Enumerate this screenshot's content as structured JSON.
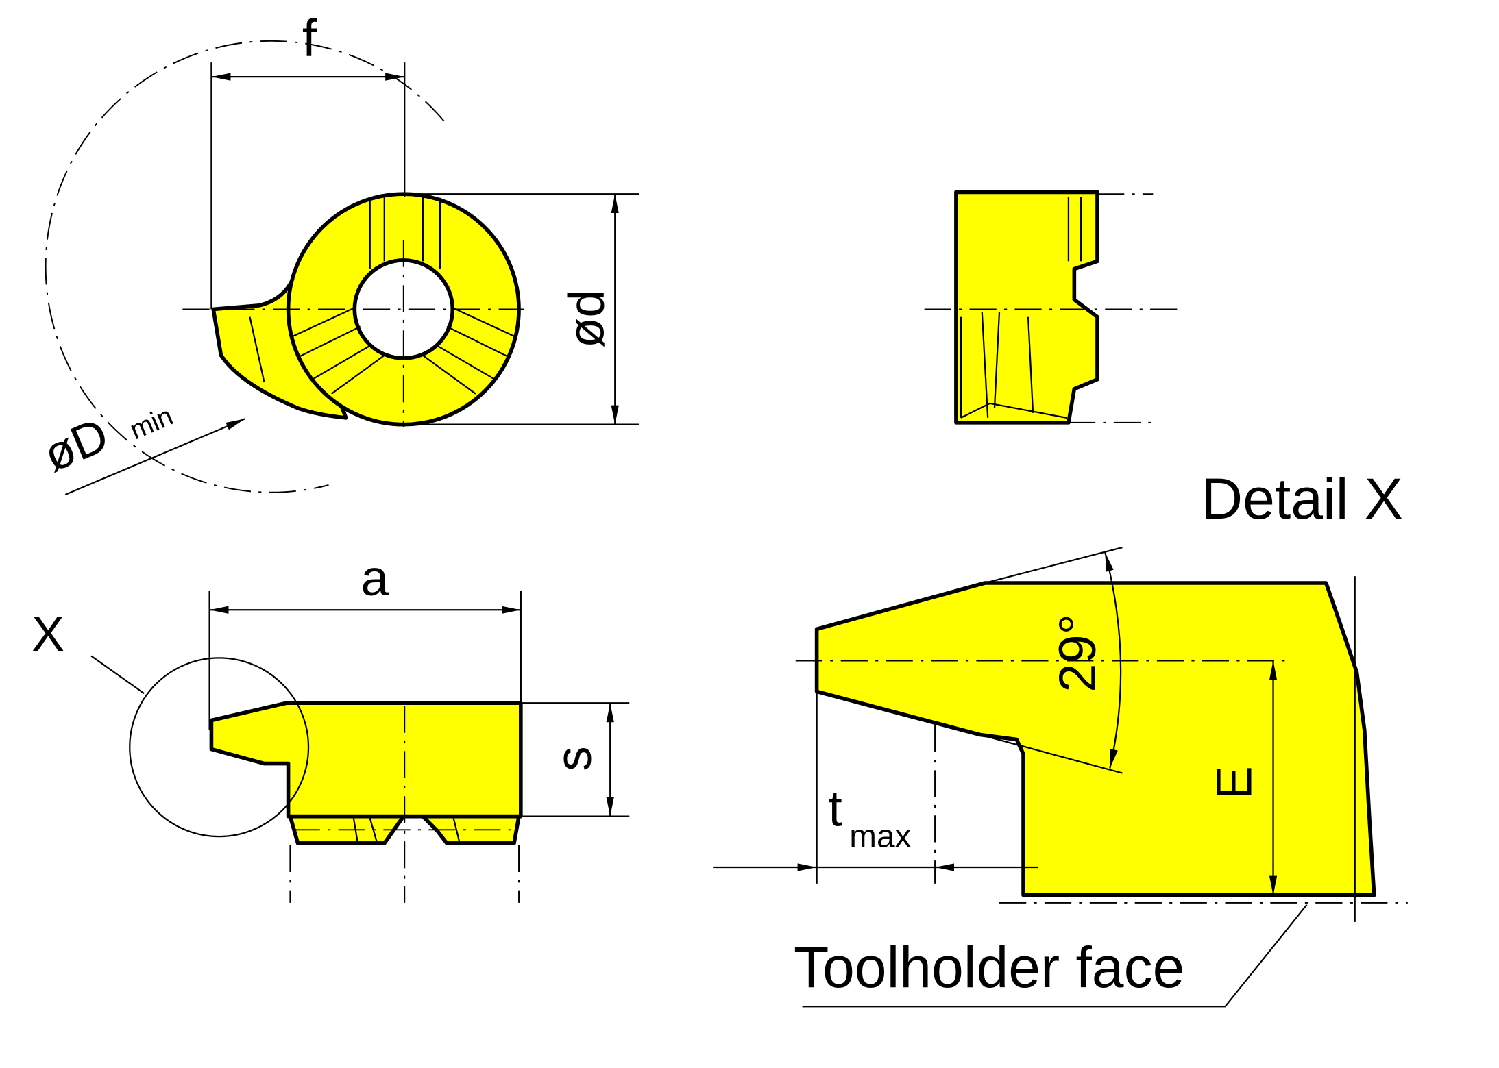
{
  "labels": {
    "f": "f",
    "d": "ød",
    "D_main": "øD",
    "D_sub": "min",
    "a": "a",
    "s": "s",
    "x": "X",
    "detail": "Detail X",
    "angle": "29°",
    "e": "E",
    "t_main": "t",
    "t_sub": "max",
    "toolholder": "Toolholder face"
  },
  "colors": {
    "insert_fill": "#ffff00",
    "line": "#000000"
  }
}
